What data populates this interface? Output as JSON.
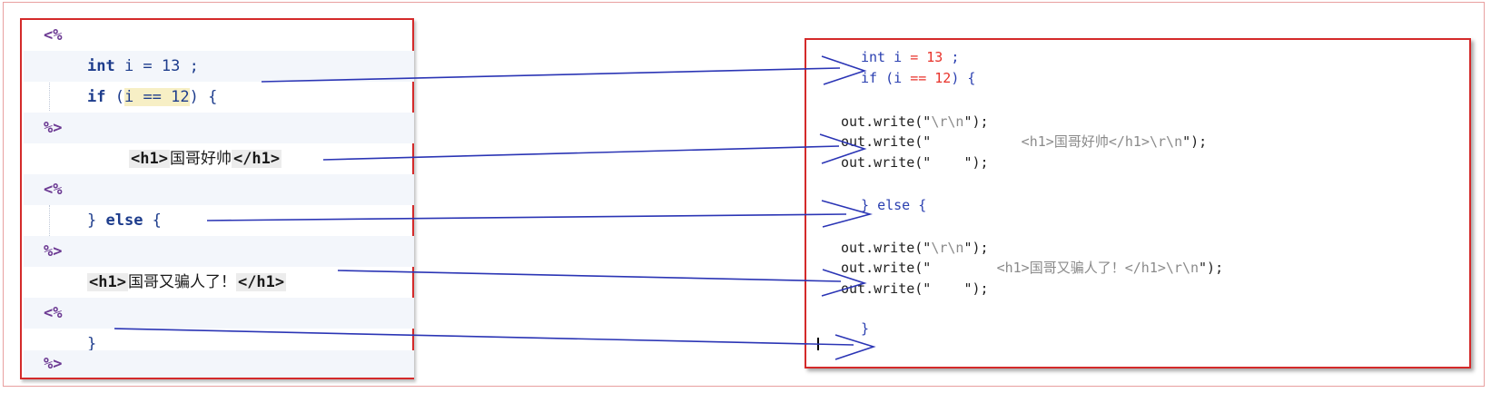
{
  "left": {
    "lines": [
      {
        "id": "l1",
        "parts": [
          {
            "t": "<%",
            "c": "delim"
          }
        ]
      },
      {
        "id": "l2",
        "parts": [
          {
            "t": "int",
            "c": "kw"
          },
          {
            "t": " i = ",
            "c": "code"
          },
          {
            "t": "13",
            "c": "num"
          },
          {
            "t": " ;",
            "c": "code"
          }
        ]
      },
      {
        "id": "l3",
        "parts": [
          {
            "t": "if",
            "c": "kw"
          },
          {
            "t": " (",
            "c": "code"
          },
          {
            "t": "i == 12",
            "c": "hl"
          },
          {
            "t": ") {",
            "c": "code"
          }
        ]
      },
      {
        "id": "l4",
        "parts": [
          {
            "t": "%>",
            "c": "delim"
          }
        ]
      },
      {
        "id": "l5",
        "parts": [
          {
            "t": "<h1>",
            "c": "tag"
          },
          {
            "t": "国哥好帅",
            "c": "tagtext"
          },
          {
            "t": "</h1>",
            "c": "tag"
          }
        ]
      },
      {
        "id": "l6",
        "parts": [
          {
            "t": "<%",
            "c": "delim"
          }
        ]
      },
      {
        "id": "l7",
        "parts": [
          {
            "t": "} ",
            "c": "code"
          },
          {
            "t": "else",
            "c": "kw"
          },
          {
            "t": " {",
            "c": "code"
          }
        ]
      },
      {
        "id": "l8",
        "parts": [
          {
            "t": "%>",
            "c": "delim"
          }
        ]
      },
      {
        "id": "l9",
        "parts": [
          {
            "t": "<h1>",
            "c": "tag"
          },
          {
            "t": "国哥又骗人了！",
            "c": "tagtext"
          },
          {
            "t": "</h1>",
            "c": "tag"
          }
        ]
      },
      {
        "id": "l10",
        "parts": [
          {
            "t": "<%",
            "c": "delim"
          }
        ]
      },
      {
        "id": "l11",
        "parts": [
          {
            "t": "}",
            "c": "code"
          }
        ]
      },
      {
        "id": "l12",
        "parts": [
          {
            "t": "%>",
            "c": "delim"
          }
        ]
      }
    ]
  },
  "right": {
    "lines": [
      {
        "id": "r1",
        "parts": [
          {
            "t": "int",
            "c": "rkw"
          },
          {
            "t": " i ",
            "c": "rblue"
          },
          {
            "t": "=",
            "c": "rop"
          },
          {
            "t": " ",
            "c": "rblue"
          },
          {
            "t": "13",
            "c": "rnum"
          },
          {
            "t": " ;",
            "c": "rblue"
          }
        ]
      },
      {
        "id": "r2",
        "parts": [
          {
            "t": "if",
            "c": "rkw"
          },
          {
            "t": " (i ",
            "c": "rblue"
          },
          {
            "t": "==",
            "c": "rop"
          },
          {
            "t": " ",
            "c": "rblue"
          },
          {
            "t": "12",
            "c": "rnum"
          },
          {
            "t": ") {",
            "c": "rblue"
          }
        ]
      },
      {
        "id": "r3",
        "parts": [
          {
            "t": "out.write(\"",
            "c": ""
          },
          {
            "t": "\\r\\n",
            "c": "rgray"
          },
          {
            "t": "\");",
            "c": ""
          }
        ]
      },
      {
        "id": "r4",
        "parts": [
          {
            "t": "out.write(\"",
            "c": ""
          },
          {
            "t": "           <h1>",
            "c": "rgray"
          },
          {
            "t": "国哥好帅",
            "c": "rchn"
          },
          {
            "t": "</h1>\\r\\n",
            "c": "rgray"
          },
          {
            "t": "\");",
            "c": ""
          }
        ]
      },
      {
        "id": "r5",
        "parts": [
          {
            "t": "out.write(\"",
            "c": ""
          },
          {
            "t": "    ",
            "c": "rgray"
          },
          {
            "t": "\");",
            "c": ""
          }
        ]
      },
      {
        "id": "r6",
        "parts": [
          {
            "t": "} ",
            "c": "rblue"
          },
          {
            "t": "else",
            "c": "rkw"
          },
          {
            "t": " {",
            "c": "rblue"
          }
        ]
      },
      {
        "id": "r7",
        "parts": [
          {
            "t": "out.write(\"",
            "c": ""
          },
          {
            "t": "\\r\\n",
            "c": "rgray"
          },
          {
            "t": "\");",
            "c": ""
          }
        ]
      },
      {
        "id": "r8",
        "parts": [
          {
            "t": "out.write(\"",
            "c": ""
          },
          {
            "t": "        <h1>",
            "c": "rgray"
          },
          {
            "t": "国哥又骗人了！",
            "c": "rchn"
          },
          {
            "t": "</h1>\\r\\n",
            "c": "rgray"
          },
          {
            "t": "\");",
            "c": ""
          }
        ]
      },
      {
        "id": "r9",
        "parts": [
          {
            "t": "out.write(\"",
            "c": ""
          },
          {
            "t": "    ",
            "c": "rgray"
          },
          {
            "t": "\");",
            "c": ""
          }
        ]
      },
      {
        "id": "r10",
        "parts": [
          {
            "t": "}",
            "c": "rblue"
          }
        ]
      }
    ]
  },
  "colors": {
    "frame_red": "#d42a2a",
    "arrow_blue": "#2b35b5",
    "keyword_blue": "#1d3c8c",
    "delimiter_purple": "#6c3a93",
    "number_red": "#e8322a"
  }
}
